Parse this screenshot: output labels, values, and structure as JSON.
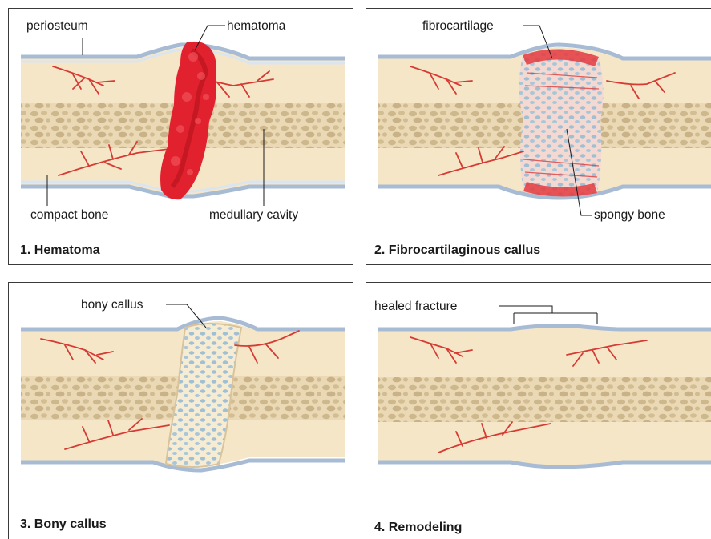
{
  "panels": [
    {
      "title": "1. Hematoma",
      "labels": {
        "periosteum": "periosteum",
        "hematoma": "hematoma",
        "compact_bone": "compact bone",
        "medullary_cavity": "medullary cavity"
      }
    },
    {
      "title": "2. Fibrocartilaginous callus",
      "labels": {
        "fibrocartilage": "fibrocartilage",
        "spongy_bone": "spongy bone"
      }
    },
    {
      "title": "3. Bony callus",
      "labels": {
        "bony_callus": "bony callus"
      }
    },
    {
      "title": "4. Remodeling",
      "labels": {
        "healed_fracture": "healed fracture"
      }
    }
  ],
  "colors": {
    "periosteum": "#b8c9dd",
    "compact_bone": "#f4e4c4",
    "marrow_bg": "#e9d7b0",
    "marrow_cell": "#cfb98f",
    "blood_vessel": "#d83a34",
    "hematoma": "#e01f2c",
    "spongy_blue": "#9fbfd3"
  }
}
